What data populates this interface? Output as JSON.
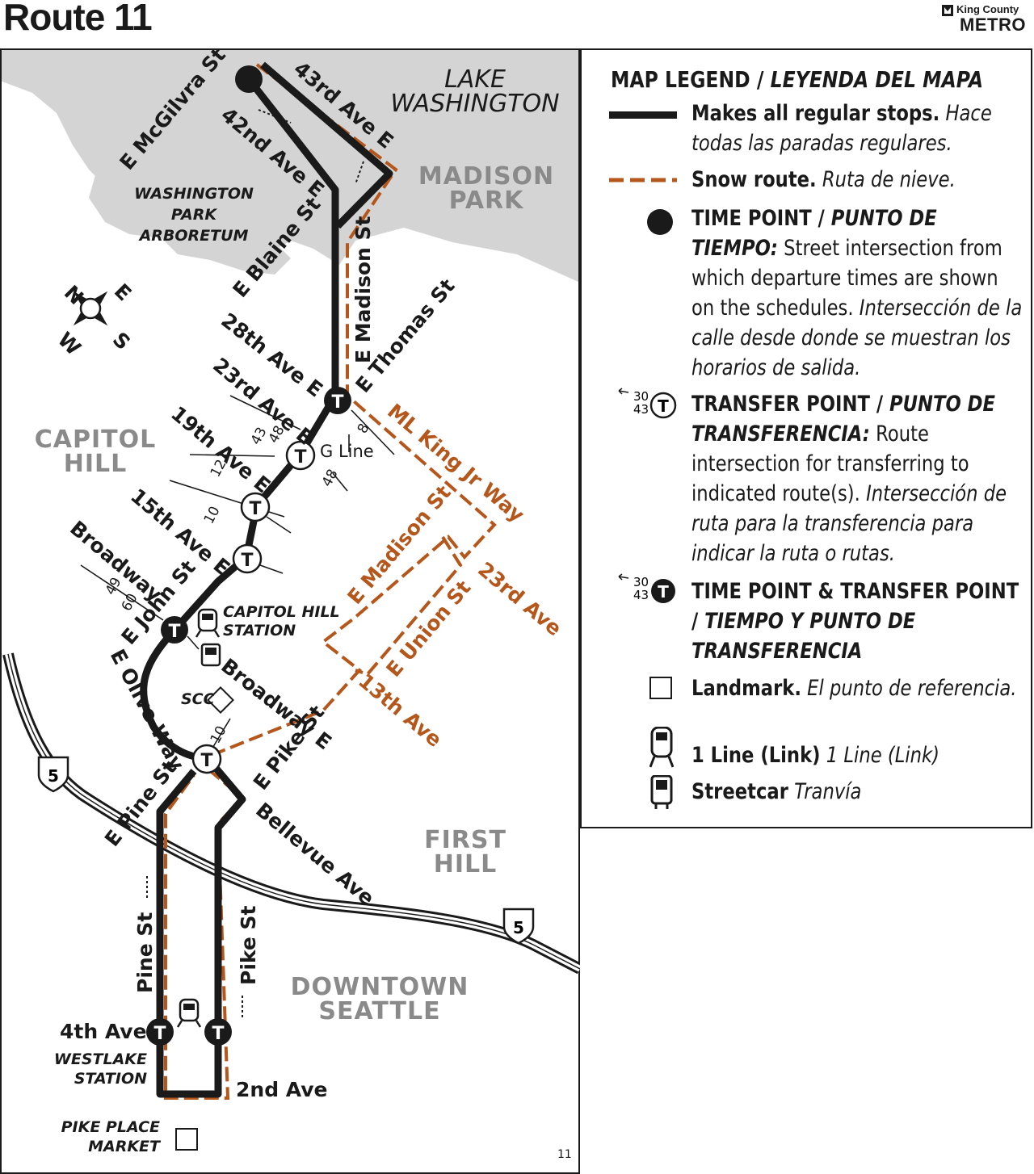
{
  "header": {
    "title": "Route 11"
  },
  "logo": {
    "top": "King County",
    "bottom": "METRO"
  },
  "colors": {
    "route": "#1a1a1a",
    "snow": "#b5561b",
    "water": "#d4d4d4",
    "area_label": "#8a8a8a"
  },
  "map": {
    "water_labels": [
      "LAKE",
      "WASHINGTON"
    ],
    "areas": {
      "madison_park": [
        "MADISON",
        "PARK"
      ],
      "arboretum": [
        "WASHINGTON",
        "PARK",
        "ARBORETUM"
      ],
      "capitol_hill": [
        "CAPITOL",
        "HILL"
      ],
      "first_hill": [
        "FIRST",
        "HILL"
      ],
      "downtown": [
        "DOWNTOWN",
        "SEATTLE"
      ]
    },
    "streets": {
      "mcgilvra": "E McGilvra St",
      "ave43": "43rd Ave E",
      "ave42": "42nd Ave E",
      "blaine": "E Blaine St",
      "madison": "E Madison St",
      "ave28": "28th  Ave E",
      "thomas": "E Thomas St",
      "ave23": "23rd Ave E",
      "ave19": "19th Ave E",
      "ave15": "15th Ave E",
      "broadway": "Broadway",
      "john": "E John St",
      "olive": "E Olive Way",
      "broadway_e": "Broadway E",
      "pike_e": "E Pike St",
      "pine_e": "E Pine St",
      "bellevue": "Bellevue Ave",
      "pine": "Pine St",
      "pike": "Pike St",
      "ave4": "4th Ave",
      "ave2": "2nd Ave"
    },
    "snow_streets": {
      "mlk": "ML King Jr Way",
      "madison": "E Madison St",
      "ave23": "23rd Ave",
      "union": "E Union St",
      "ave13": "13th Ave"
    },
    "stations": {
      "capitol_hill": [
        "CAPITOL HILL",
        "STATION"
      ],
      "westlake": [
        "WESTLAKE",
        "STATION"
      ],
      "pike_place": [
        "PIKE PLACE",
        "MARKET"
      ],
      "scc": "SCC"
    },
    "transfers": {
      "t23": [
        "43",
        "48"
      ],
      "g_line": "G Line",
      "t8": "8",
      "t48": "48",
      "t12": "12",
      "t10": "10",
      "t49_60": [
        "49",
        "60"
      ],
      "t10b": "10"
    },
    "compass": [
      "N",
      "E",
      "S",
      "W"
    ],
    "interstate": "5",
    "page_number": "11"
  },
  "legend": {
    "heading_en": "MAP LEGEND / ",
    "heading_es": "LEYENDA DEL MAPA",
    "regular_en": "Makes all regular stops.",
    "regular_es": "Hace todas las paradas regulares.",
    "snow_en": "Snow route.",
    "snow_es": "Ruta de nieve.",
    "timepoint_title_en": "TIME POINT / ",
    "timepoint_title_es": "PUNTO DE TIEMPO:",
    "timepoint_desc_en": "Street intersection from which departure times are shown on the schedules.",
    "timepoint_desc_es": "Intersección de la calle desde donde se muestran los horarios de salida.",
    "transfer_title_en": "TRANSFER POINT / ",
    "transfer_title_es": "PUNTO DE TRANSFERENCIA:",
    "transfer_desc_en": "Route intersection for transferring to indicated route(s).",
    "transfer_desc_es": "Intersección de ruta para la transferencia para indicar la ruta o rutas.",
    "both_title_en": "TIME POINT & TRANSFER POINT / ",
    "both_title_es": "TIEMPO Y PUNTO DE TRANSFERENCIA",
    "landmark_en": "Landmark.",
    "landmark_es": "El punto de referencia.",
    "link_en": "1 Line (Link)",
    "link_es": "1 Line (Link)",
    "streetcar_en": "Streetcar",
    "streetcar_es": "Tranvía",
    "sample_routes": [
      "30",
      "43"
    ]
  }
}
